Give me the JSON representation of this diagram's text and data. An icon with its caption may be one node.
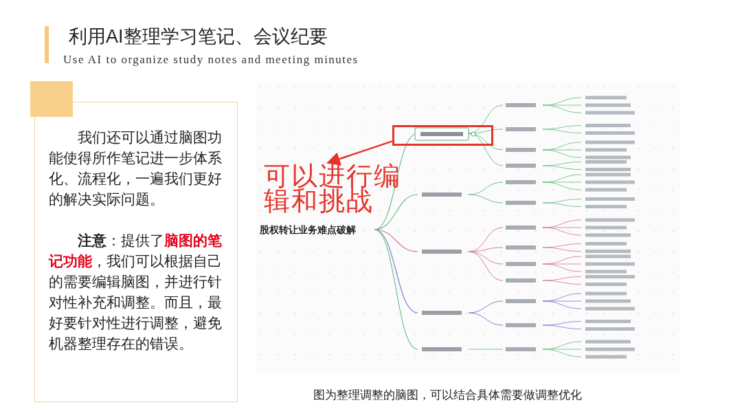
{
  "diagram": {
    "title": "利用AI整理学习笔记、会议纪要",
    "caption": "图为整理调整的脑图，可以结合具体需要做调整优化",
    "nodes": [
      {
        "text": [
          "我们还可以通过脑图功能使得所作笔记进一步体系化、流程化，一遍我们更好的解决实际问题。",
          "**注意**：提供了**脑图的笔记功能**，我们可以根据自己的需要编辑脑图，并进行针对性补充和调整。而且，最好要针对性进行调整，避免机器整理存在的错误。"
        ]
      },
      {
        "text": [
          "可以进行编辑和挑战"
        ]
      },
      {
        "text": [],
        "shape": "box"
      }
    ],
    "edges": [
      {
        "from": 2,
        "to": 1,
        "arrow": "to",
        "color": "#e5332a"
      }
    ],
    "labels": [
      "Use AI to organize study notes and meeting minutes",
      "股权转让业务难点破解"
    ]
  }
}
